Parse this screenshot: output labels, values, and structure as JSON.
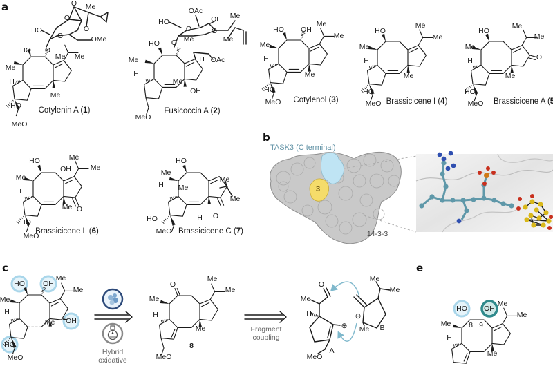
{
  "panels": {
    "a": "a",
    "b": "b",
    "c": "c",
    "e": "e"
  },
  "compounds": [
    {
      "name": "Cotylenin A",
      "number": "1",
      "atoms": [
        "HO",
        "Me",
        "H",
        "HO",
        "MeO",
        "Me",
        "Me",
        "Me",
        "O",
        "HO",
        "O",
        "O",
        "O",
        "Me",
        "O",
        "OMe"
      ]
    },
    {
      "name": "Fusicoccin A",
      "number": "2",
      "atoms": [
        "HO",
        "Me",
        "H",
        "Me",
        "OH",
        "MeO",
        "Me",
        "H",
        "OAc",
        "O",
        "HO",
        "OAc",
        "OH",
        "O",
        "O",
        "Me",
        "Me"
      ]
    },
    {
      "name": "Cotylenol",
      "number": "3",
      "atoms": [
        "HO",
        "OH",
        "Me",
        "H",
        "HO",
        "MeO",
        "Me",
        "Me",
        "Me"
      ]
    },
    {
      "name": "Brassicicene I",
      "number": "4",
      "atoms": [
        "HO",
        "Me",
        "H",
        "HO",
        "MeO",
        "Me",
        "Me",
        "Me"
      ]
    },
    {
      "name": "Brassicicene A",
      "number": "5",
      "atoms": [
        "HO",
        "Me",
        "H",
        "HO",
        "MeO",
        "Me",
        "Me",
        "Me",
        "O"
      ]
    },
    {
      "name": "Brassicicene L",
      "number": "6",
      "atoms": [
        "HO",
        "Me",
        "H",
        "HO",
        "MeO",
        "OH",
        "Me",
        "Me",
        "Me",
        "O"
      ]
    },
    {
      "name": "Brassicicene C",
      "number": "7",
      "atoms": [
        "HO",
        "Me",
        "H",
        "Me",
        "HO",
        "MeO",
        "Me",
        "Me",
        "H",
        "O"
      ]
    }
  ],
  "panel_b": {
    "task3_label": "TASK3 (C terminal)",
    "protein_label": "14-3-3",
    "ligand_label": "3",
    "colors": {
      "protein": "#c9c9c9",
      "task3": "#bfe4f4",
      "ligand": "#f5dc6a",
      "peptide": "#5f98a9",
      "nitrogen": "#2f4fb0",
      "oxygen": "#c8301e",
      "phosphorus": "#d07a18",
      "ligand_atoms": "#d9b81a"
    }
  },
  "panel_c": {
    "target_atoms": [
      "HO",
      "OH",
      "Me",
      "H",
      "OH",
      "HO",
      "MeO",
      "Me",
      "Me",
      "Me"
    ],
    "compound8": {
      "number": "8",
      "atoms": [
        "Me",
        "O",
        "H",
        "MeO",
        "Me",
        "Me",
        "Me"
      ]
    },
    "enzyme_icon": "enzyme-icon",
    "flask_icon": "flask-icon",
    "oxidative_label_line1": "Hybrid",
    "oxidative_label_line2": "oxidative",
    "coupling_label_line1": "Fragment",
    "coupling_label_line2": "coupling",
    "fragment_a": {
      "label": "A",
      "atoms": [
        "Me",
        "O",
        "H",
        "MeO"
      ],
      "charge": "⊕"
    },
    "fragment_b": {
      "label": "B",
      "atoms": [
        "Me",
        "Me",
        "Me"
      ],
      "charge": "⊖"
    },
    "highlight_colors": {
      "light": "#bfe3f2",
      "dark": "#2f8a8c",
      "arrow": "#7fb8cc"
    }
  },
  "panel_e": {
    "atoms": [
      "HO",
      "OH",
      "Me",
      "H",
      "Me",
      "Me",
      "Me"
    ],
    "position_labels": [
      "8",
      "9"
    ]
  }
}
